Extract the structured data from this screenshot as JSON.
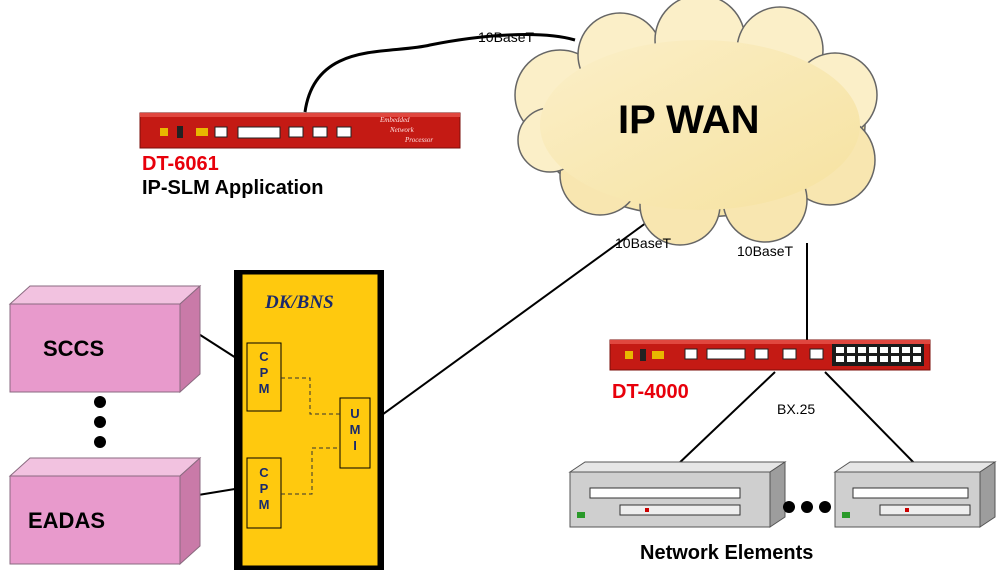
{
  "cloud": {
    "label": "IP WAN"
  },
  "links": {
    "dt6061_wan": "10BaseT",
    "umi_wan": "10BaseT",
    "dt4000_wan": "10BaseT",
    "dt4000_ne": "BX.25"
  },
  "devices": {
    "dt6061": {
      "name": "DT-6061",
      "application": "IP-SLM Application",
      "faceplate": [
        "Embedded",
        "Network",
        "Processor"
      ]
    },
    "dt4000": {
      "name": "DT-4000"
    }
  },
  "systems": {
    "sccs": "SCCS",
    "eadas": "EADAS"
  },
  "panel": {
    "title": "DK/BNS",
    "cpm_upper": "C P M",
    "cpm_lower": "C P M",
    "umi": "U M I"
  },
  "network_elements": {
    "label": "Network Elements"
  },
  "colors": {
    "device_red": "#c41a14",
    "label_red": "#e8000b",
    "cloud_fill": "#fbefc8",
    "panel_yellow": "#ffc90e",
    "box_pink": "#e89acc"
  }
}
